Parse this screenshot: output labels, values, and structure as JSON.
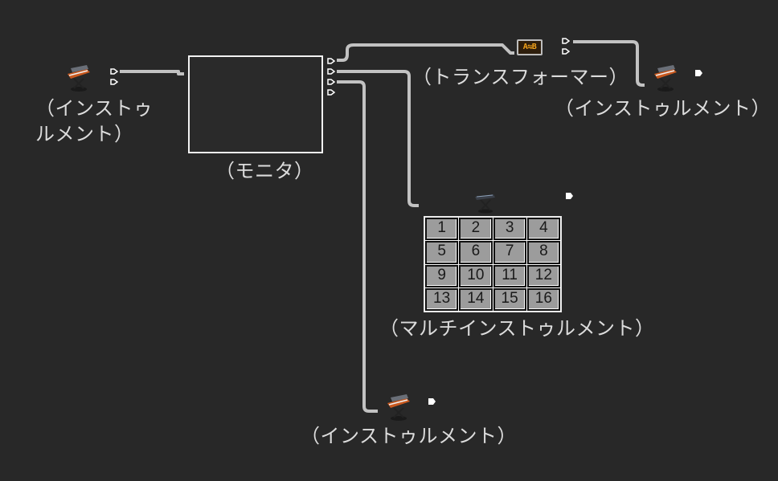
{
  "canvas": {
    "background": "#282828",
    "cable_color": "#c0c0c0",
    "port_color": "#ffffff"
  },
  "objects": {
    "instrument_left": {
      "type": "instrument",
      "icon": "synth-keyboard-icon",
      "label_line1": "（インストゥ",
      "label_line2": "ルメント）"
    },
    "monitor": {
      "type": "monitor",
      "label": "（モニタ）",
      "outputs": 4
    },
    "transformer": {
      "type": "transformer",
      "icon_text": "A⇋B",
      "icon": "transformer-ab-icon",
      "label": "（トランスフォーマー）",
      "accent": "#f2a11a"
    },
    "instrument_right": {
      "type": "instrument",
      "icon": "synth-keyboard-icon",
      "label": "（インストゥルメント）"
    },
    "multi_instrument": {
      "type": "multi-instrument",
      "icon": "keyboard-stand-icon",
      "label": "（マルチインストゥルメント）",
      "channels": [
        "1",
        "2",
        "3",
        "4",
        "5",
        "6",
        "7",
        "8",
        "9",
        "10",
        "11",
        "12",
        "13",
        "14",
        "15",
        "16"
      ]
    },
    "instrument_bottom": {
      "type": "instrument",
      "icon": "synth-keyboard-icon",
      "label": "（インストゥルメント）"
    }
  }
}
